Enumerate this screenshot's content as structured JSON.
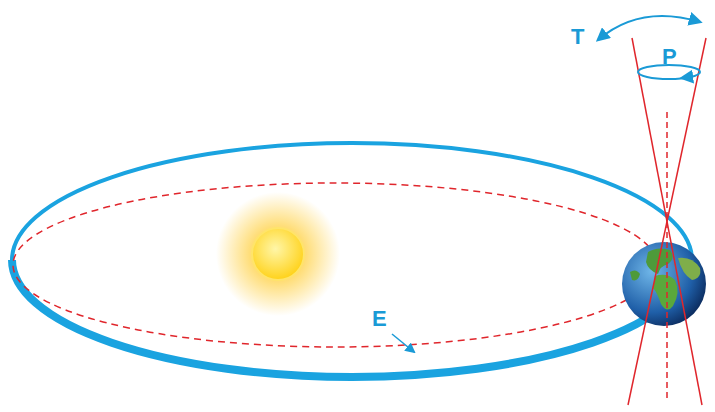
{
  "diagram": {
    "labels": [
      "T",
      "P",
      "E"
    ]
  }
}
